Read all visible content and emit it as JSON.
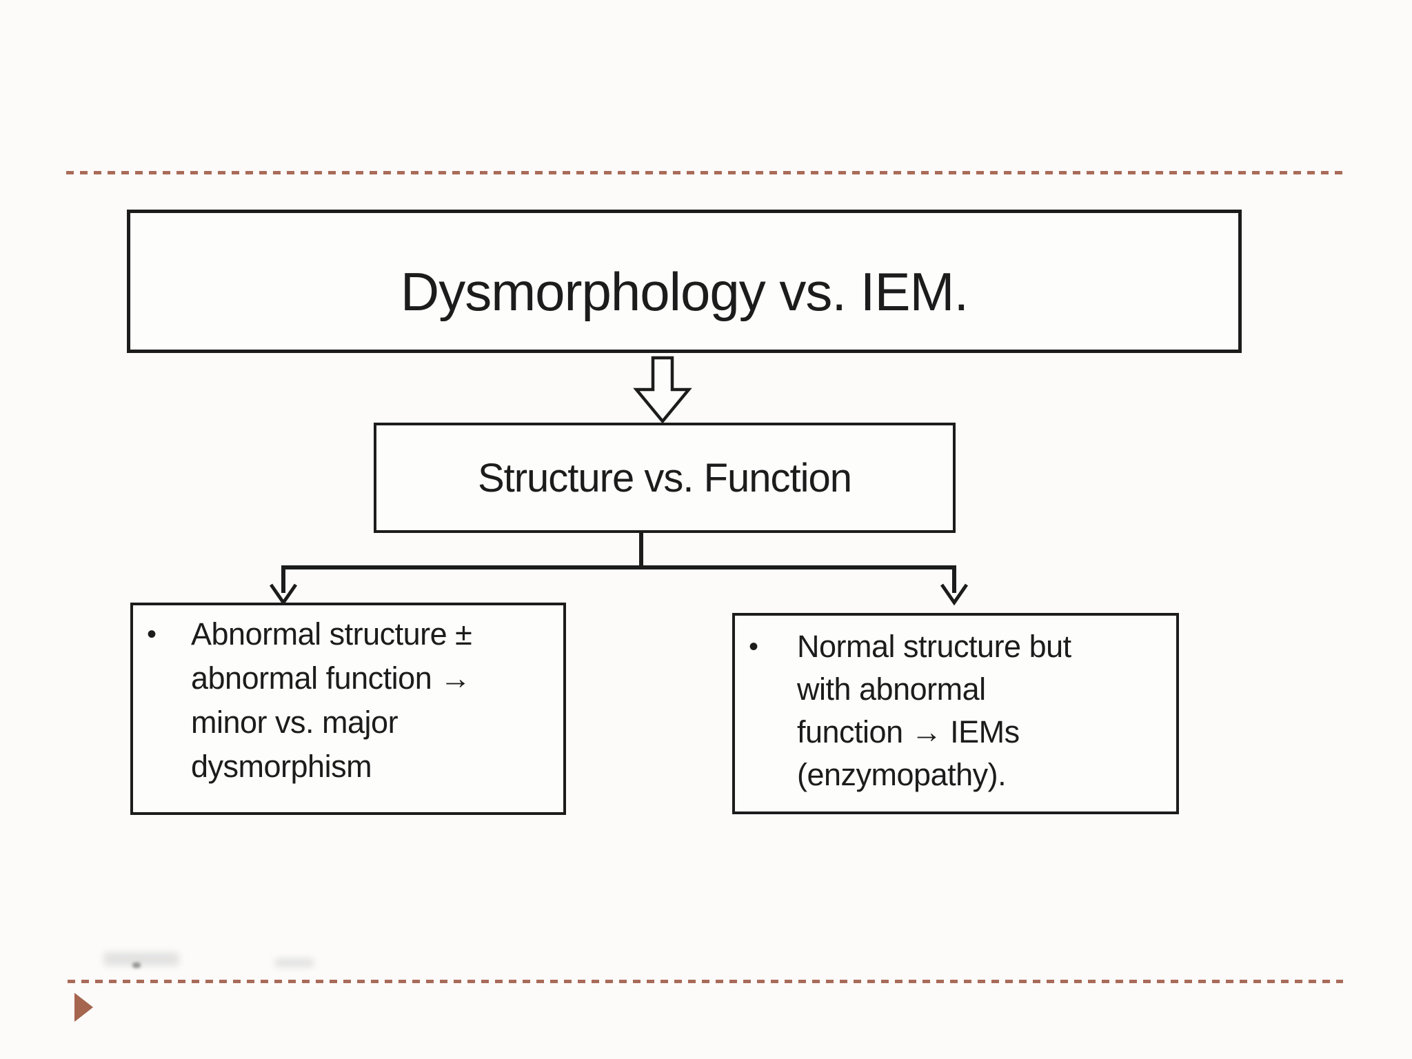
{
  "slide": {
    "title": "Dysmorphology vs. IEM.",
    "subtitle": "Structure vs. Function",
    "bullet_char": "•",
    "left_box": {
      "lines": [
        "Abnormal structure ±",
        "abnormal function →",
        "minor vs. major",
        "dysmorphism"
      ]
    },
    "right_box": {
      "lines": [
        "Normal structure but",
        "with abnormal",
        "function → IEMs",
        "(enzymopathy)."
      ]
    },
    "icons": {
      "down_arrow": "hollow-down-block-arrow",
      "branch_arrowheads": "open-chevron-down",
      "play_marker": "play-triangle"
    },
    "colors": {
      "divider": "#a96b59",
      "triangle": "#a5654e",
      "ink": "#1c1c1c",
      "background": "#fcfbfa"
    }
  }
}
